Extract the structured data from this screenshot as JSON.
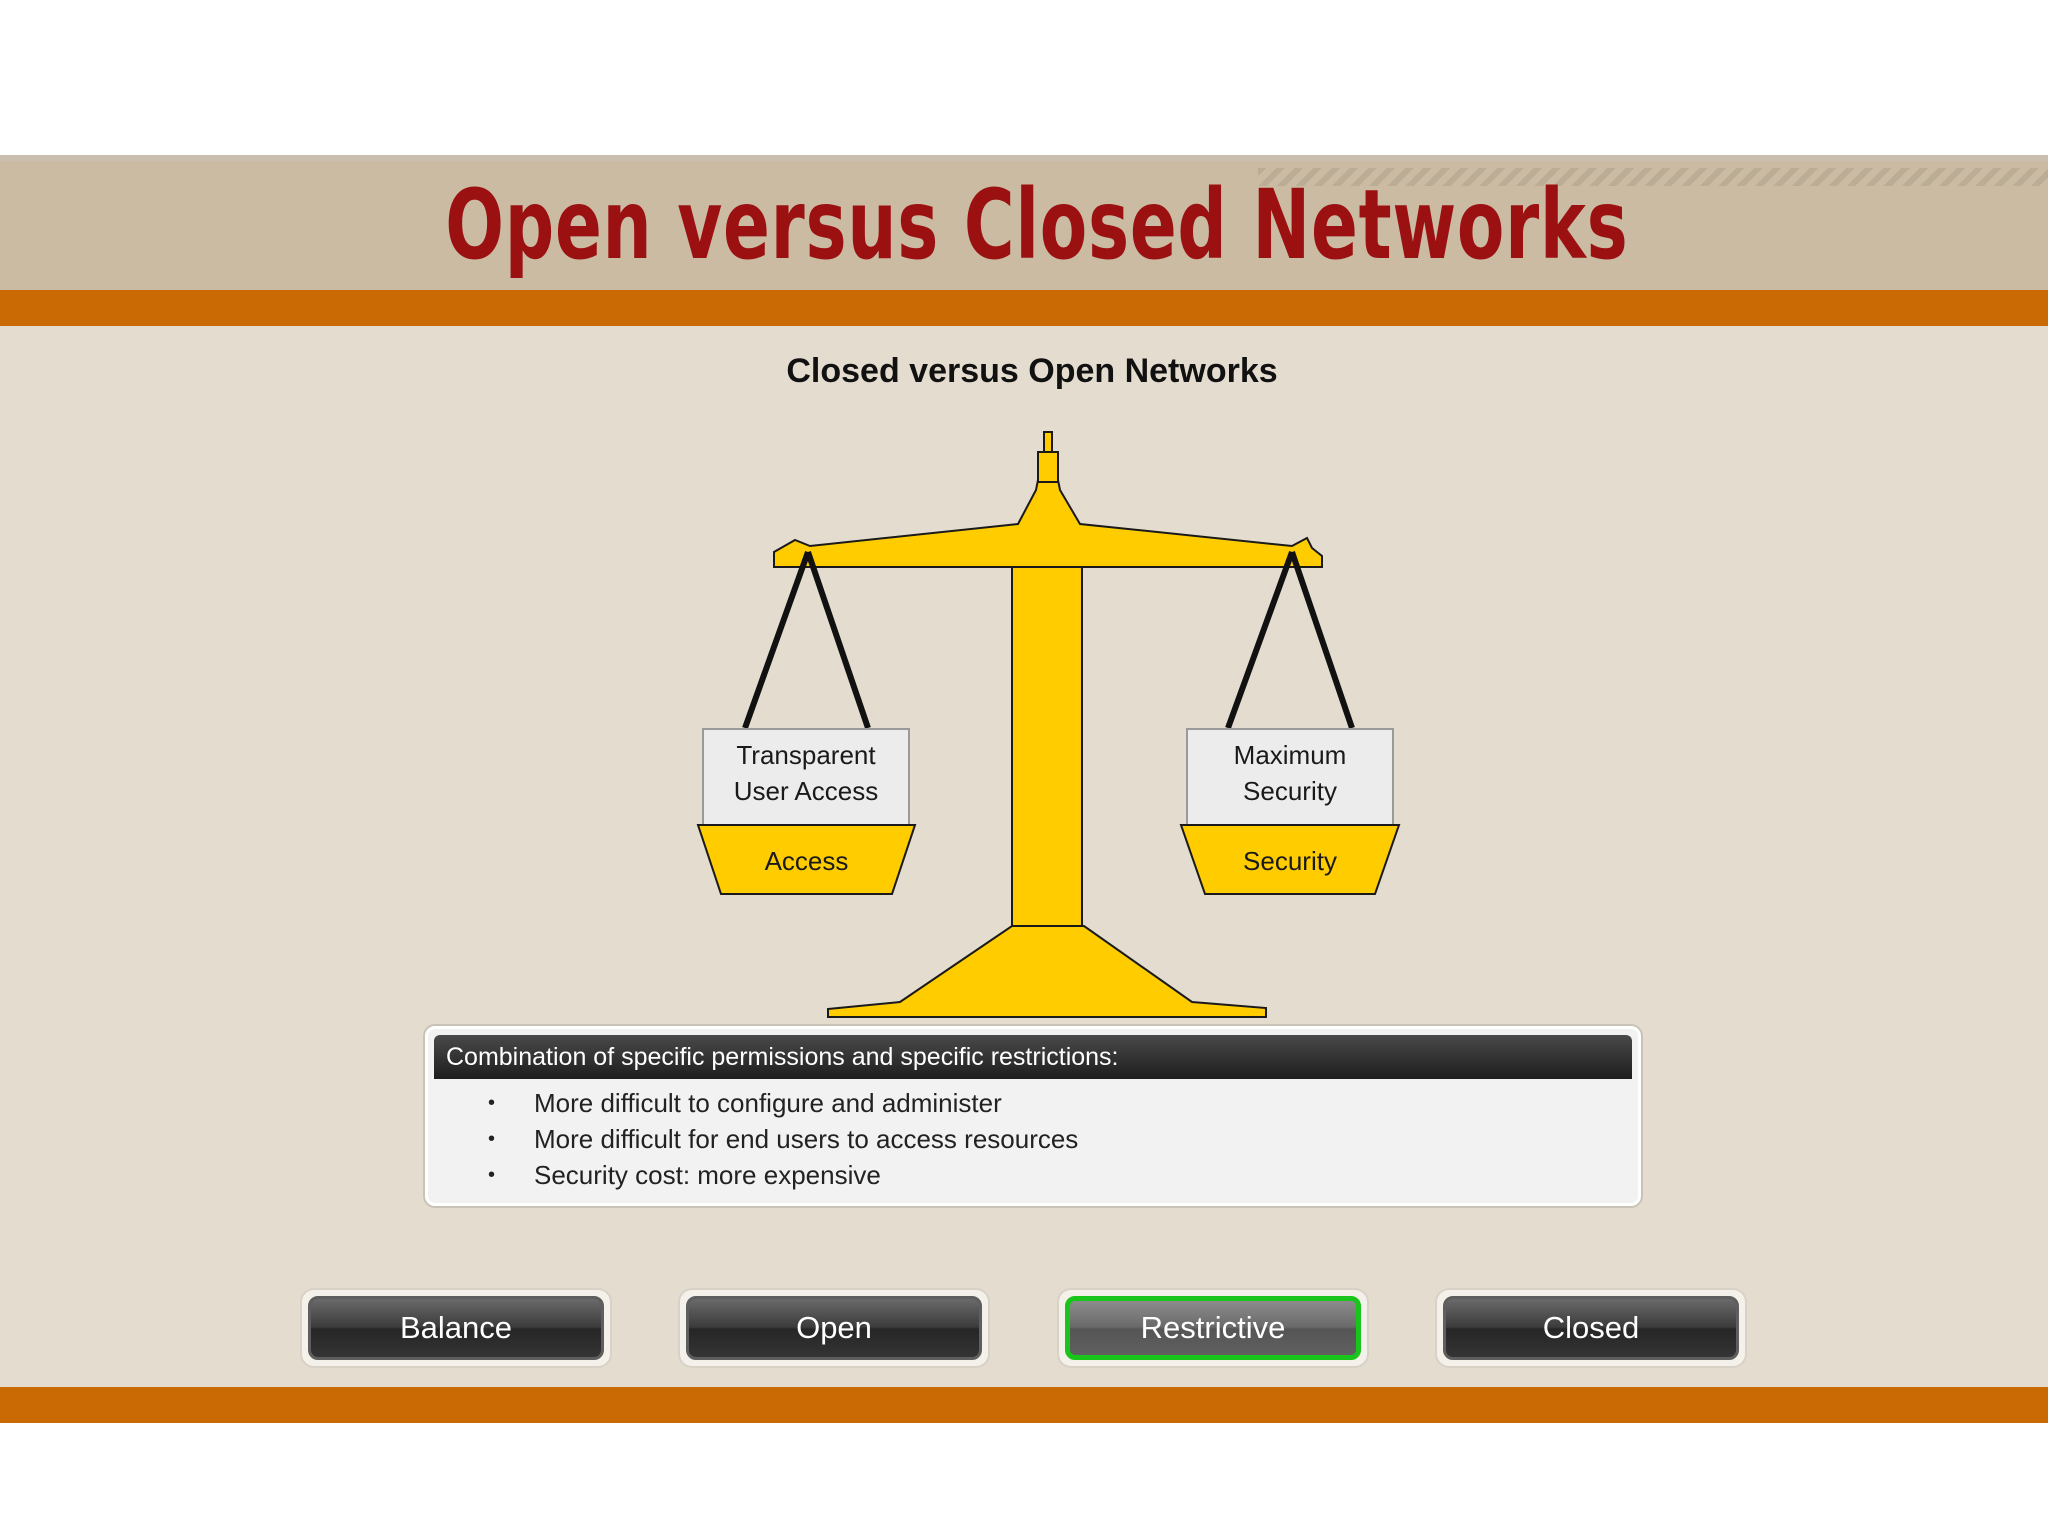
{
  "slide": {
    "title": "Open versus Closed Networks"
  },
  "diagram": {
    "title": "Closed versus Open Networks",
    "left_box": {
      "line1": "Transparent",
      "line2": "User Access",
      "pan": "Access"
    },
    "right_box": {
      "line1": "Maximum",
      "line2": "Security",
      "pan": "Security"
    }
  },
  "info": {
    "header": "Combination of specific permissions and specific restrictions:",
    "bullets": [
      "More difficult to configure and administer",
      "More difficult for end users to access resources",
      "Security cost: more expensive"
    ]
  },
  "buttons": [
    {
      "label": "Balance",
      "active": false
    },
    {
      "label": "Open",
      "active": false
    },
    {
      "label": "Restrictive",
      "active": true
    },
    {
      "label": "Closed",
      "active": false
    }
  ],
  "colors": {
    "title": "#9b1111",
    "accent_bar": "#c96a04",
    "scale": "#ffcc00",
    "active_button_border": "#19c51a"
  }
}
